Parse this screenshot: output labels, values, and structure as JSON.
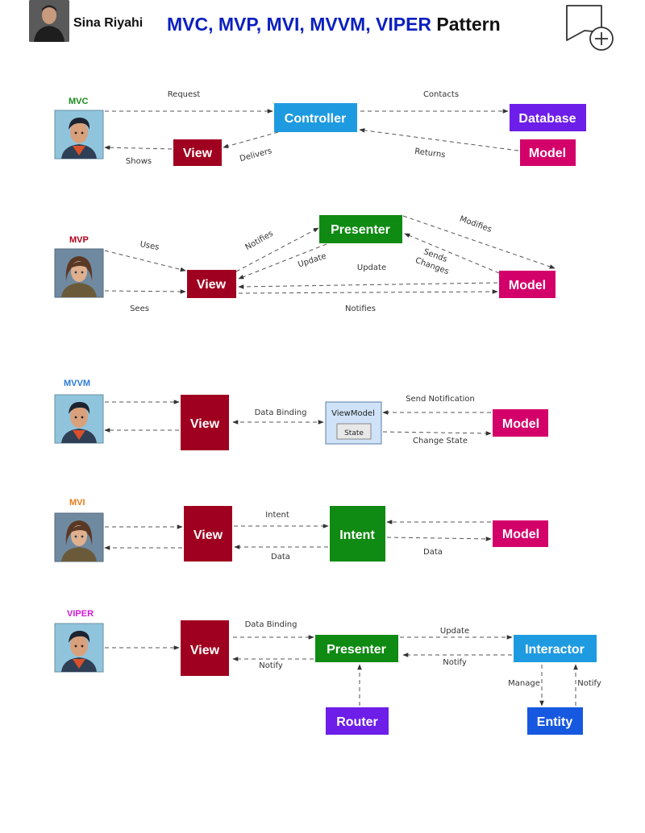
{
  "header": {
    "author": "Sina Riyahi",
    "title_main": "MVC, MVP, MVI, MVVM, VIPER",
    "title_tail": " Pattern",
    "accent": "#0a1fbf"
  },
  "icons": [
    "save-bookmark-icon",
    "avatar-illustration"
  ],
  "colors": {
    "blue": "#1e9be0",
    "purple": "#6d1ee8",
    "crimson": "#a0001f",
    "magenta": "#d3006a",
    "green": "#0f8a12",
    "deep_blue": "#1758e0",
    "mvc": "#1a8a1a",
    "mvp": "#b0001a",
    "mvvm": "#2a7ad8",
    "mvi": "#e87a1a",
    "viper": "#d01ad8"
  },
  "sections": {
    "mvc": {
      "title": "MVC",
      "controller": "Controller",
      "database": "Database",
      "view": "View",
      "model": "Model",
      "request": "Request",
      "contacts": "Contacts",
      "shows": "Shows",
      "delivers": "Delivers",
      "returns": "Returns"
    },
    "mvp": {
      "title": "MVP",
      "presenter": "Presenter",
      "view": "View",
      "model": "Model",
      "uses": "Uses",
      "sees": "Sees",
      "notifies": "Notifies",
      "update": "Update",
      "update2": "Update",
      "modifies": "Modifies",
      "sends": "Sends",
      "changes": "Changes",
      "notifies2": "Notifies"
    },
    "mvvm": {
      "title": "MVVM",
      "view": "View",
      "viewmodel": "ViewModel",
      "state": "State",
      "model": "Model",
      "data_binding": "Data Binding",
      "send_notification": "Send Notification",
      "change_state": "Change State"
    },
    "mvi": {
      "title": "MVI",
      "view": "View",
      "intent": "Intent",
      "model": "Model",
      "intent_label": "Intent",
      "data": "Data",
      "data2": "Data"
    },
    "viper": {
      "title": "VIPER",
      "view": "View",
      "presenter": "Presenter",
      "interactor": "Interactor",
      "router": "Router",
      "entity": "Entity",
      "data_binding": "Data Binding",
      "notify": "Notify",
      "update": "Update",
      "notify2": "Notify",
      "manage": "Manage",
      "notify3": "Notify"
    }
  }
}
